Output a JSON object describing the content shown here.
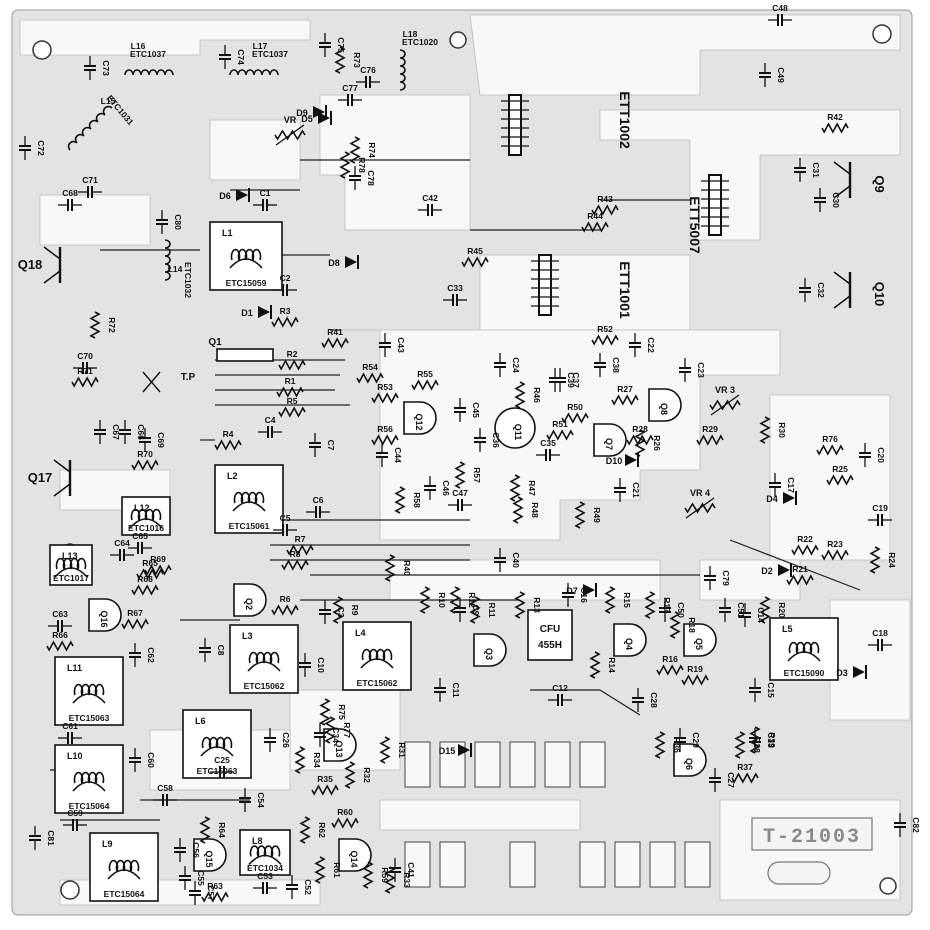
{
  "board_id": "T-21003",
  "modules": [
    {
      "key": "l1",
      "ref": "L1",
      "part": "ETC15059"
    },
    {
      "key": "l2",
      "ref": "L2",
      "part": "ETC15061"
    },
    {
      "key": "l3",
      "ref": "L3",
      "part": "ETC15062"
    },
    {
      "key": "l4",
      "ref": "L4",
      "part": "ETC15062"
    },
    {
      "key": "l5",
      "ref": "L5",
      "part": "ETC15090"
    },
    {
      "key": "l6",
      "ref": "L6",
      "part": "ETC15063"
    },
    {
      "key": "l8",
      "ref": "L8",
      "part": "ETC1034"
    },
    {
      "key": "l9",
      "ref": "L9",
      "part": "ETC15064"
    },
    {
      "key": "l10",
      "ref": "L10",
      "part": "ETC15064"
    },
    {
      "key": "l11",
      "ref": "L11",
      "part": "ETC15063"
    },
    {
      "key": "l12",
      "ref": "L12",
      "part": "ETC1016"
    },
    {
      "key": "l13",
      "ref": "L13",
      "part": "ETC1017"
    }
  ],
  "coils": [
    {
      "key": "l16",
      "ref": "L16",
      "part": "ETC1037"
    },
    {
      "key": "l17",
      "ref": "L17",
      "part": "ETC1037"
    },
    {
      "key": "l18",
      "ref": "L18",
      "part": "ETC1020"
    },
    {
      "key": "l15",
      "ref": "L15",
      "part": "ETC1031"
    },
    {
      "key": "l14",
      "ref": "L14",
      "part": "ETC1032"
    }
  ],
  "transformers": [
    {
      "key": "t1002",
      "ref": "ETT1002"
    },
    {
      "key": "t1001",
      "ref": "ETT1001"
    },
    {
      "key": "t5007",
      "ref": "ETT5007"
    }
  ],
  "filter": {
    "ref": "CFU",
    "part": "455H"
  },
  "test_point": "T.P",
  "transistors": [
    "Q18",
    "Q17",
    "Q16",
    "Q15",
    "Q14",
    "Q13",
    "Q12",
    "Q11",
    "Q10",
    "Q9",
    "Q8",
    "Q7",
    "Q6",
    "Q5",
    "Q4",
    "Q3",
    "Q2",
    "Q1"
  ],
  "resistors": [
    "R1",
    "R2",
    "R3",
    "R4",
    "R5",
    "R6",
    "R7",
    "R8",
    "R9",
    "R10",
    "R11",
    "R12",
    "R13",
    "R14",
    "R15",
    "R16",
    "R17",
    "R18",
    "R19",
    "R20",
    "R21",
    "R22",
    "R23",
    "R24",
    "R25",
    "R26",
    "R27",
    "R28",
    "R29",
    "R30",
    "R31",
    "R32",
    "R33",
    "R34",
    "R35",
    "R36",
    "R37",
    "R38",
    "R39",
    "R40",
    "R41",
    "R42",
    "R43",
    "R44",
    "R45",
    "R46",
    "R47",
    "R48",
    "R49",
    "R50",
    "R51",
    "R52",
    "R53",
    "R54",
    "R55",
    "R56",
    "R57",
    "R58",
    "R59",
    "R60",
    "R61",
    "R62",
    "R63",
    "R64",
    "R65",
    "R66",
    "R67",
    "R68",
    "R69",
    "R70",
    "R71",
    "R72",
    "R73",
    "R74",
    "R75",
    "R76",
    "R77",
    "R78"
  ],
  "capacitors": [
    "C1",
    "C2",
    "C3",
    "C4",
    "C5",
    "C6",
    "C7",
    "C8",
    "C9",
    "C10",
    "C11",
    "C12",
    "C13",
    "C14",
    "C15",
    "C16",
    "C17",
    "C18",
    "C19",
    "C20",
    "C21",
    "C22",
    "C23",
    "C24",
    "C25",
    "C26",
    "C27",
    "C28",
    "C29",
    "C30",
    "C31",
    "C32",
    "C33",
    "C34",
    "C35",
    "C36",
    "C37",
    "C38",
    "C39",
    "C40",
    "C41",
    "C42",
    "C43",
    "C44",
    "C45",
    "C46",
    "C47",
    "C48",
    "C49",
    "C50",
    "C51",
    "C52",
    "C53",
    "C54",
    "C55",
    "C56",
    "C57",
    "C58",
    "C59",
    "C60",
    "C61",
    "C62",
    "C63",
    "C64",
    "C65",
    "C66",
    "C67",
    "C68",
    "C69",
    "C70",
    "C71",
    "C72",
    "C73",
    "C74",
    "C75",
    "C76",
    "C77",
    "C78",
    "C79",
    "C80",
    "C81",
    "C82"
  ],
  "diodes": [
    "D1",
    "D2",
    "D3",
    "D4",
    "D5",
    "D6",
    "D7",
    "D8",
    "D9",
    "D10",
    "D15"
  ],
  "trimmers": [
    "VR",
    "VR 3",
    "VR 4"
  ],
  "colors": {
    "board": "#e3e3e3",
    "copper": "#f7f7f7",
    "silk": "#111111",
    "background": "#ffffff"
  }
}
